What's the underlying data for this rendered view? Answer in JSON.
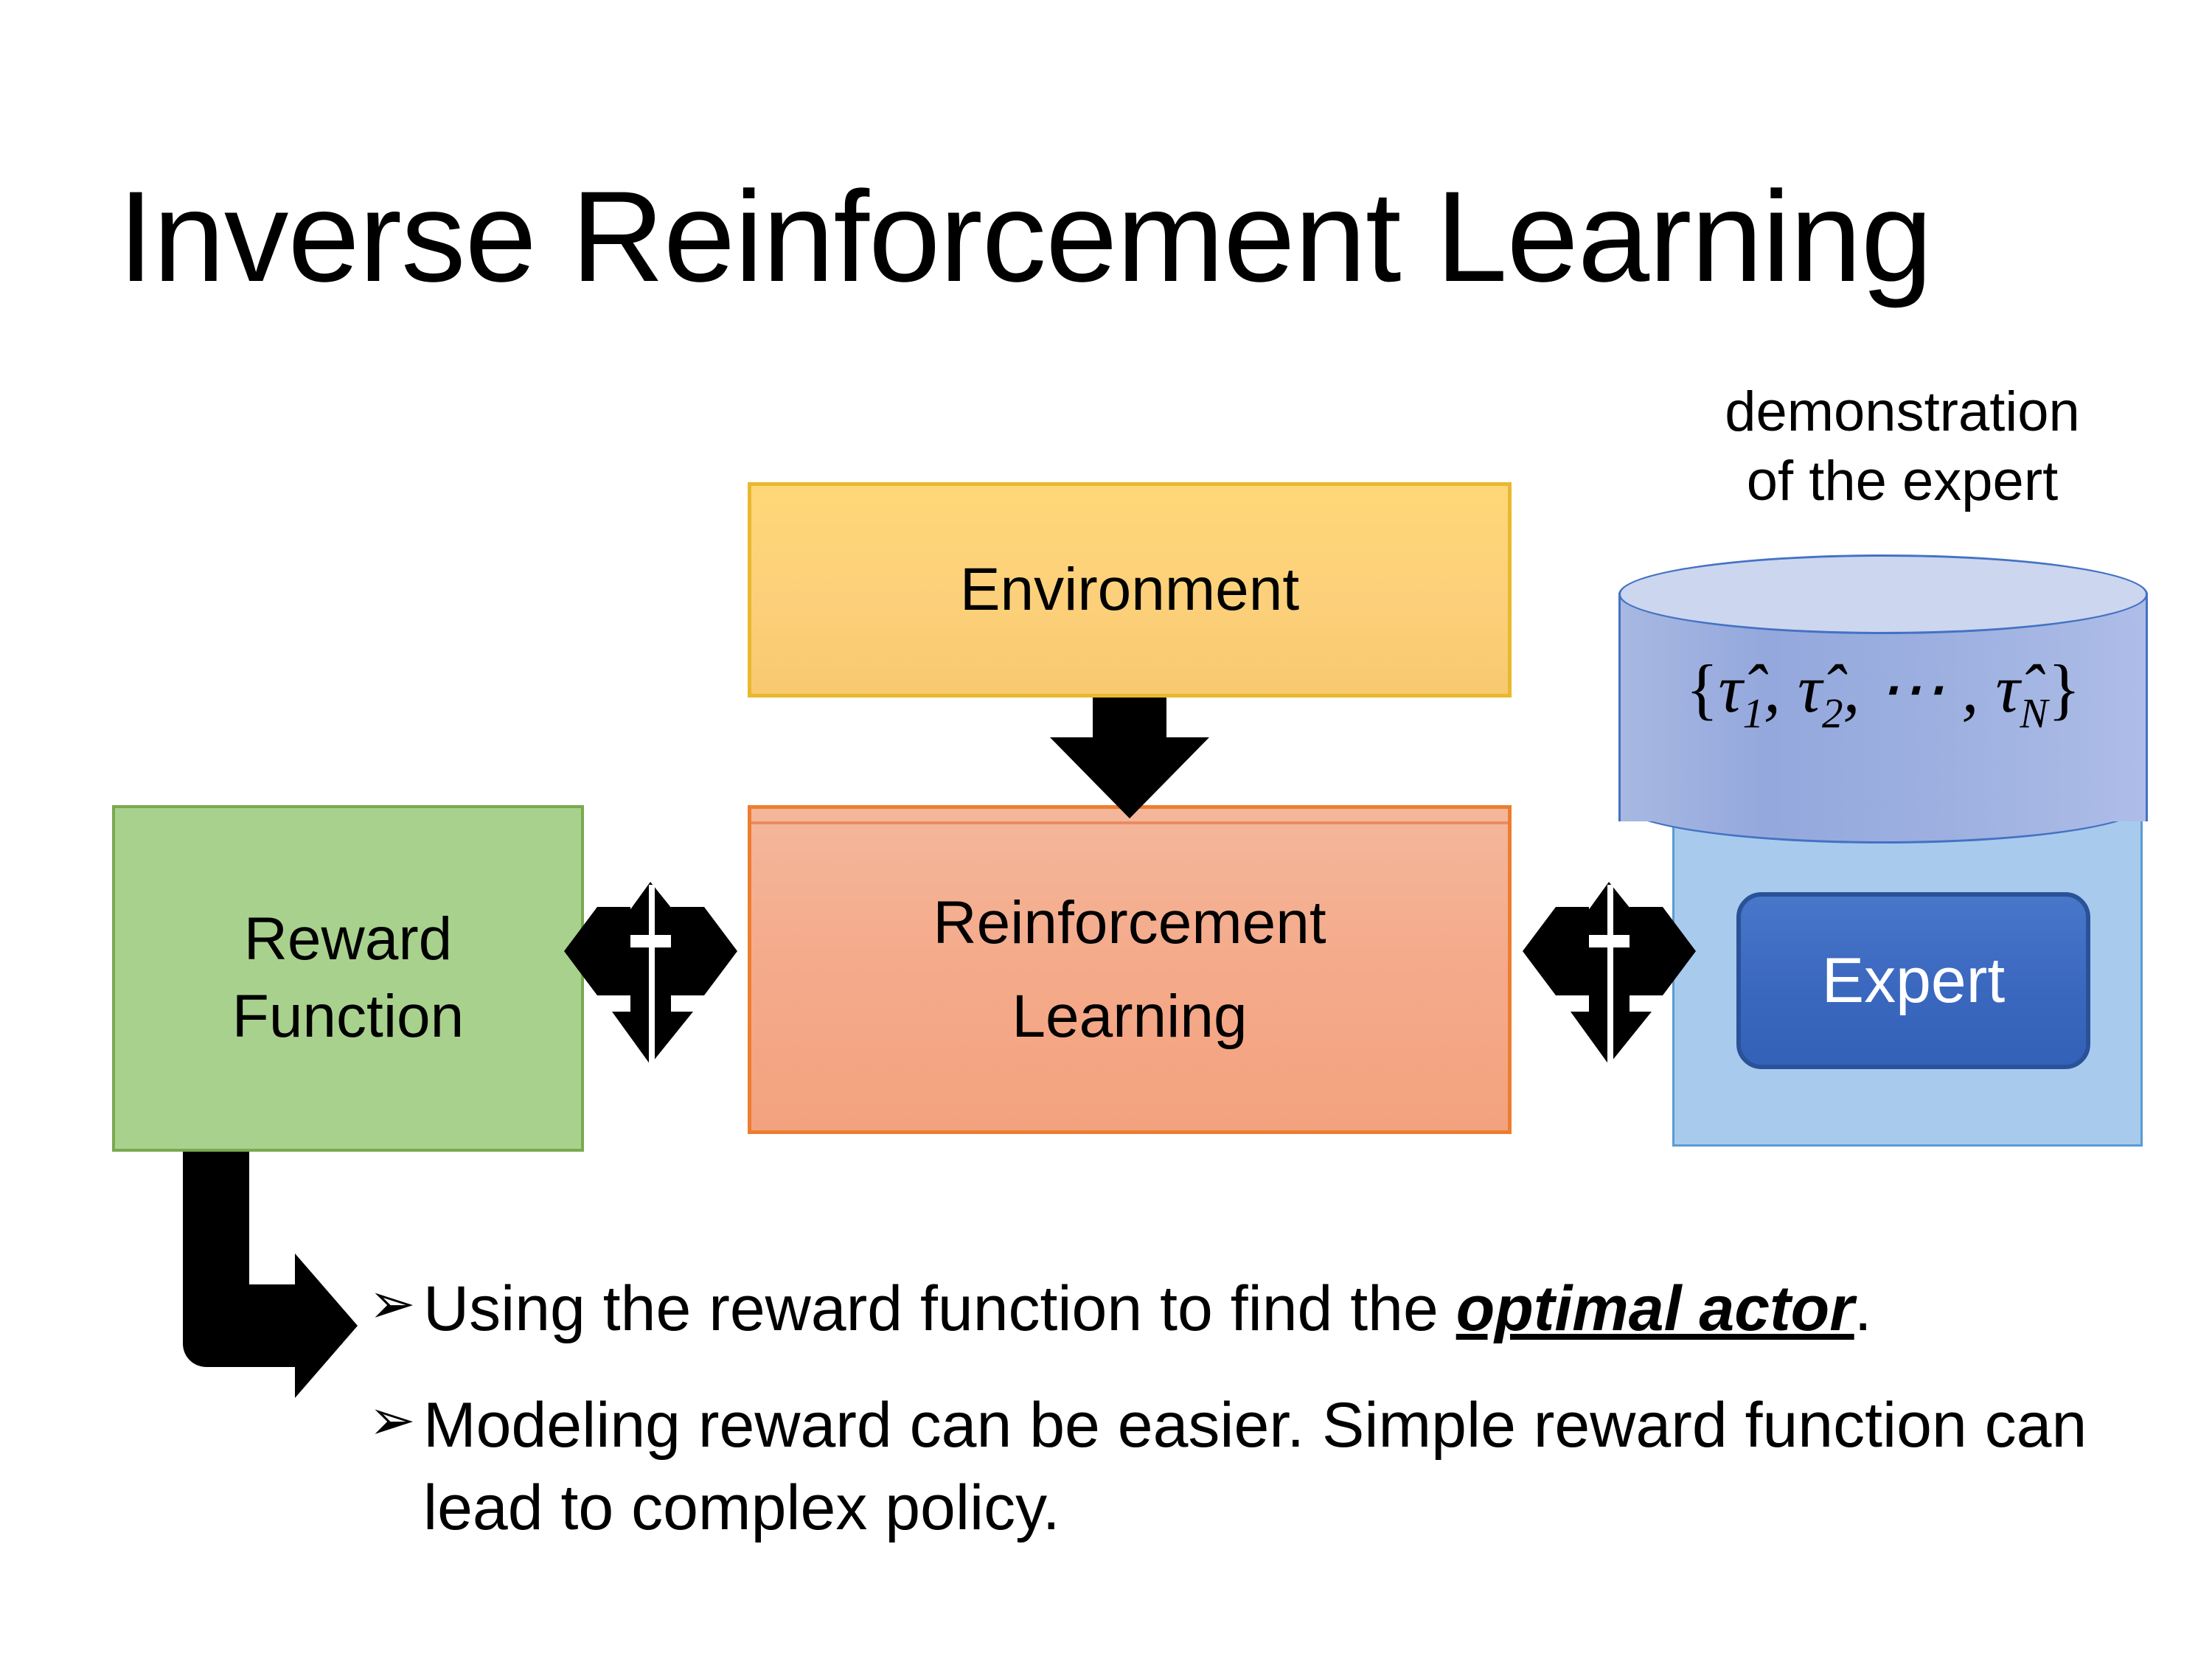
{
  "slide": {
    "title": "Inverse Reinforcement Learning",
    "background_color": "#ffffff"
  },
  "diagram": {
    "reward_box": {
      "label_line1": "Reward",
      "label_line2": "Function",
      "fill_color": "#a9d18e",
      "border_color": "#7aa94f"
    },
    "environment_box": {
      "label": "Environment",
      "fill_color": "#fcd07a",
      "border_color": "#e9b82c"
    },
    "rl_box": {
      "label_line1": "Reinforcement",
      "label_line2": "Learning",
      "fill_color": "#f4ab8c",
      "border_color": "#ed7d31"
    },
    "expert_group": {
      "caption_line1": "demonstration",
      "caption_line2": "of the expert",
      "cylinder_label_open": "{",
      "cylinder_label_body": "τ̂1, τ̂2, ⋯ , τ̂N",
      "cylinder_label_close": "}",
      "cylinder_tau1": "τ̂",
      "cylinder_sub1": "1",
      "cylinder_sep1": ", ",
      "cylinder_tau2": "τ̂",
      "cylinder_sub2": "2",
      "cylinder_sep2": ", ⋯ , ",
      "cylinder_tau3": "τ̂",
      "cylinder_sub3": "N",
      "cylinder_fill_color": "#9db0e0",
      "cylinder_top_color": "#ccd6ef",
      "cylinder_border_color": "#4472c4",
      "panel_fill_color": "#a8cbed",
      "expert_label": "Expert",
      "expert_fill_color": "#3b68bf",
      "expert_text_color": "#ffffff"
    },
    "arrows": {
      "env_to_rl": "down-arrow",
      "reward_rl_link": "four-way-arrow",
      "rl_expert_link": "four-way-arrow",
      "reward_to_bullet": "elbow-arrow",
      "color": "#000000"
    }
  },
  "bullets": [
    {
      "marker": "➢",
      "text_before": "Using the reward function to find the ",
      "emphasis": "optimal actor",
      "text_after": "."
    },
    {
      "marker": "➢",
      "text_before": "Modeling reward can be easier. Simple reward function can lead to complex policy.",
      "emphasis": "",
      "text_after": ""
    }
  ]
}
